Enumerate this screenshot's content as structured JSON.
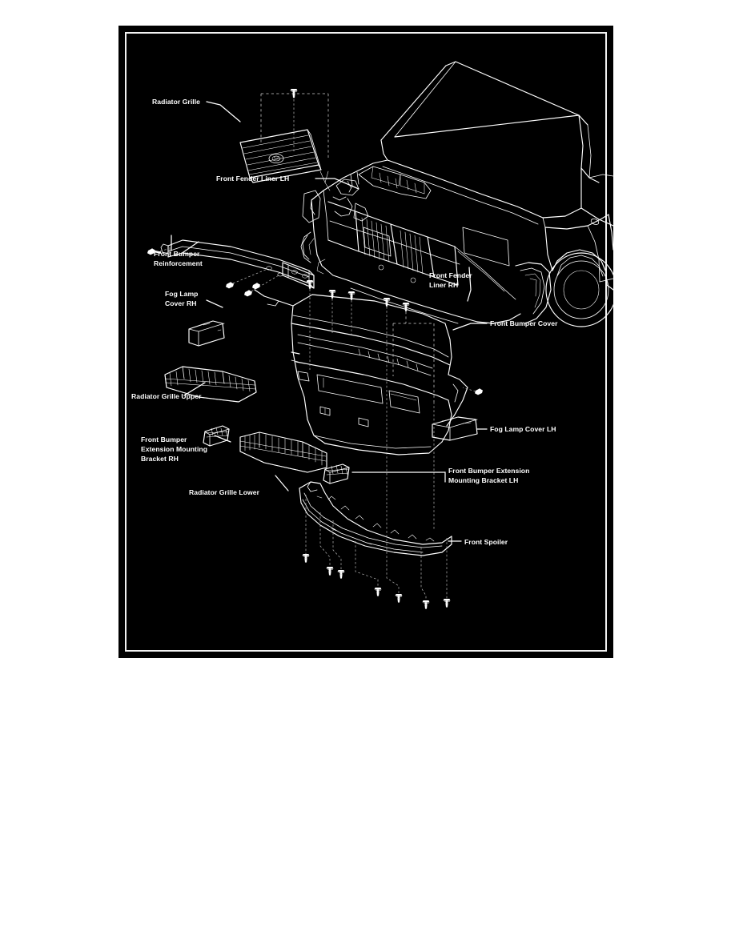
{
  "document": {
    "kind": "exploded-parts-diagram",
    "subject": "Front Bumper Assembly",
    "background_color": "#ffffff",
    "panel_color": "#000000",
    "line_color": "#ffffff",
    "border_color": "#f2f2f2"
  },
  "labels": {
    "radiator_grille": "Radiator Grille",
    "front_fender_liner_lh": "Front Fender Liner LH",
    "front_bumper_reinforcement_l1": "Front Bumper",
    "front_bumper_reinforcement_l2": "Reinforcement",
    "fog_lamp_cover_rh_l1": "Fog Lamp",
    "fog_lamp_cover_rh_l2": "Cover RH",
    "front_fender_liner_rh_l1": "Front Fender",
    "front_fender_liner_rh_l2": "Liner RH",
    "front_bumper_cover": "Front Bumper Cover",
    "radiator_grille_upper": "Radiator Grille Upper",
    "fog_lamp_cover_lh": "Fog Lamp Cover LH",
    "front_bumper_ext_mount_rh_l1": "Front Bumper",
    "front_bumper_ext_mount_rh_l2": "Extension Mounting",
    "front_bumper_ext_mount_rh_l3": "Bracket RH",
    "front_bumper_ext_mount_lh_l1": "Front Bumper Extension",
    "front_bumper_ext_mount_lh_l2": "Mounting Bracket LH",
    "radiator_grille_lower": "Radiator Grille Lower",
    "front_spoiler": "Front Spoiler"
  },
  "parts": [
    {
      "id": "radiator-grille",
      "name": "Radiator Grille",
      "side": "center"
    },
    {
      "id": "front-fender-liner-lh",
      "name": "Front Fender Liner LH",
      "side": "left"
    },
    {
      "id": "front-fender-liner-rh",
      "name": "Front Fender Liner RH",
      "side": "right"
    },
    {
      "id": "front-bumper-reinforcement",
      "name": "Front Bumper Reinforcement",
      "side": "center"
    },
    {
      "id": "fog-lamp-cover-rh",
      "name": "Fog Lamp Cover RH",
      "side": "right"
    },
    {
      "id": "fog-lamp-cover-lh",
      "name": "Fog Lamp Cover LH",
      "side": "left"
    },
    {
      "id": "front-bumper-cover",
      "name": "Front Bumper Cover",
      "side": "center"
    },
    {
      "id": "radiator-grille-upper",
      "name": "Radiator Grille Upper",
      "side": "center"
    },
    {
      "id": "radiator-grille-lower",
      "name": "Radiator Grille Lower",
      "side": "center"
    },
    {
      "id": "front-bumper-extension-mounting-bracket-rh",
      "name": "Front Bumper Extension Mounting Bracket RH",
      "side": "right"
    },
    {
      "id": "front-bumper-extension-mounting-bracket-lh",
      "name": "Front Bumper Extension Mounting Bracket LH",
      "side": "left"
    },
    {
      "id": "front-spoiler",
      "name": "Front Spoiler",
      "side": "center"
    },
    {
      "id": "vehicle-body",
      "name": "Vehicle Front Body Cutaway",
      "side": "center"
    }
  ]
}
